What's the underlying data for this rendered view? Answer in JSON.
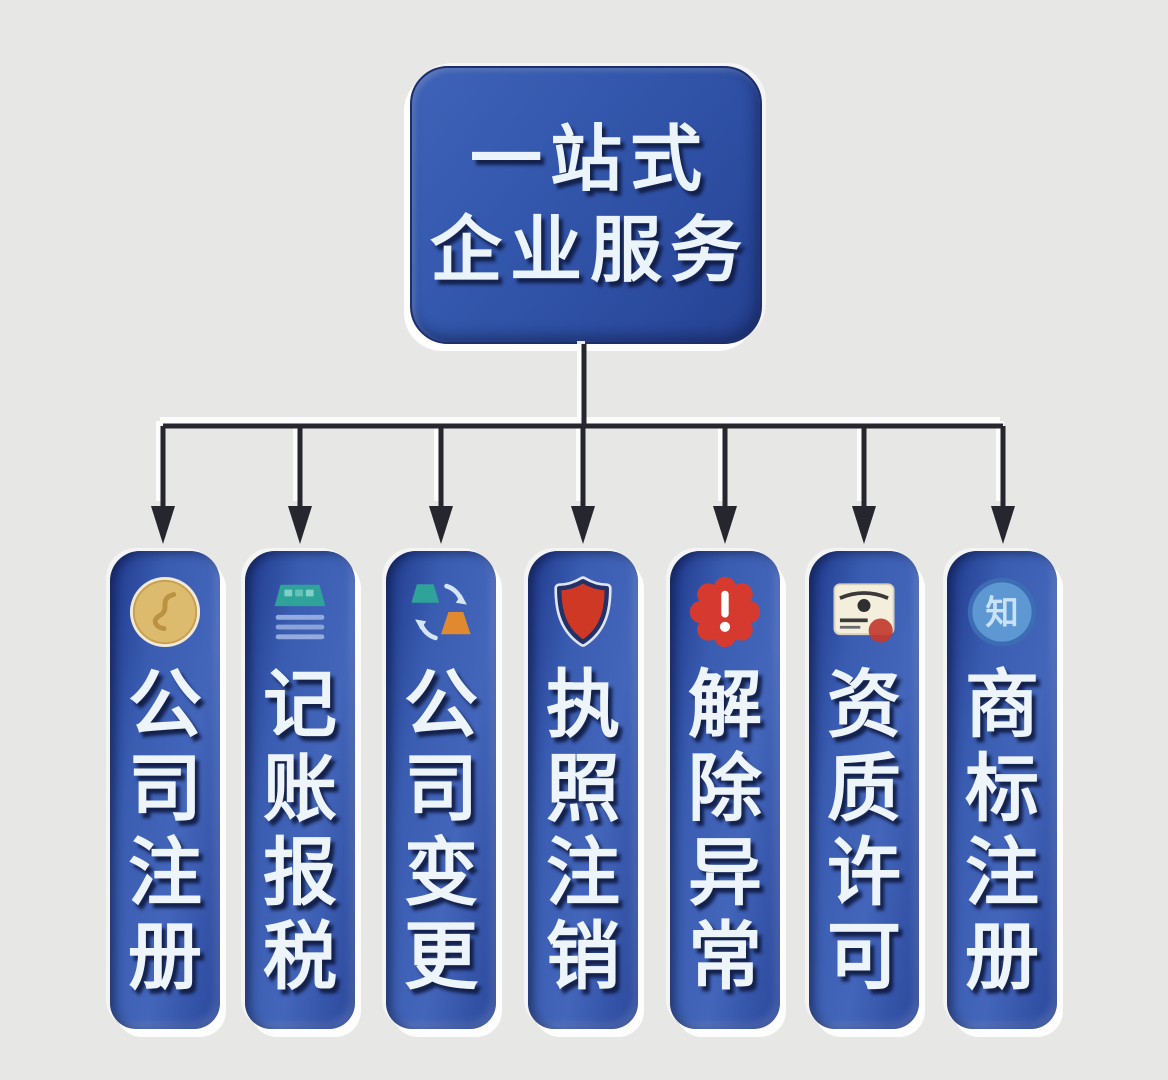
{
  "colors": {
    "background": "#e7e7e6",
    "panel_blue": "#3357ac",
    "panel_edge_navy": "#1d2f6b",
    "text_white": "#edf5fa",
    "connector_dark": "#26262e",
    "coin_gold": "#d9b566",
    "accent_teal": "#2fa29a",
    "accent_orange": "#e0892f",
    "accent_red": "#d03826",
    "certificate_cream": "#f4eedd",
    "tm_circle_blue": "#5d98d2"
  },
  "header": {
    "line1": "一站式",
    "line2": "企业服务"
  },
  "branches": [
    {
      "label": "公司注册",
      "chars": [
        "公",
        "司",
        "注",
        "册"
      ],
      "icon": "coin-icon"
    },
    {
      "label": "记账报税",
      "chars": [
        "记",
        "账",
        "报",
        "税"
      ],
      "icon": "ledger-icon"
    },
    {
      "label": "公司变更",
      "chars": [
        "公",
        "司",
        "变",
        "更"
      ],
      "icon": "cycle-arrows-icon"
    },
    {
      "label": "执照注销",
      "chars": [
        "执",
        "照",
        "注",
        "销"
      ],
      "icon": "shield-icon"
    },
    {
      "label": "解除异常",
      "chars": [
        "解",
        "除",
        "异",
        "常"
      ],
      "icon": "alert-burst-icon"
    },
    {
      "label": "资质许可",
      "chars": [
        "资",
        "质",
        "许",
        "可"
      ],
      "icon": "certificate-icon"
    },
    {
      "label": "商标注册",
      "chars": [
        "商",
        "标",
        "注",
        "册"
      ],
      "icon": "knowledge-circle-icon",
      "icon_glyph": "知"
    }
  ]
}
